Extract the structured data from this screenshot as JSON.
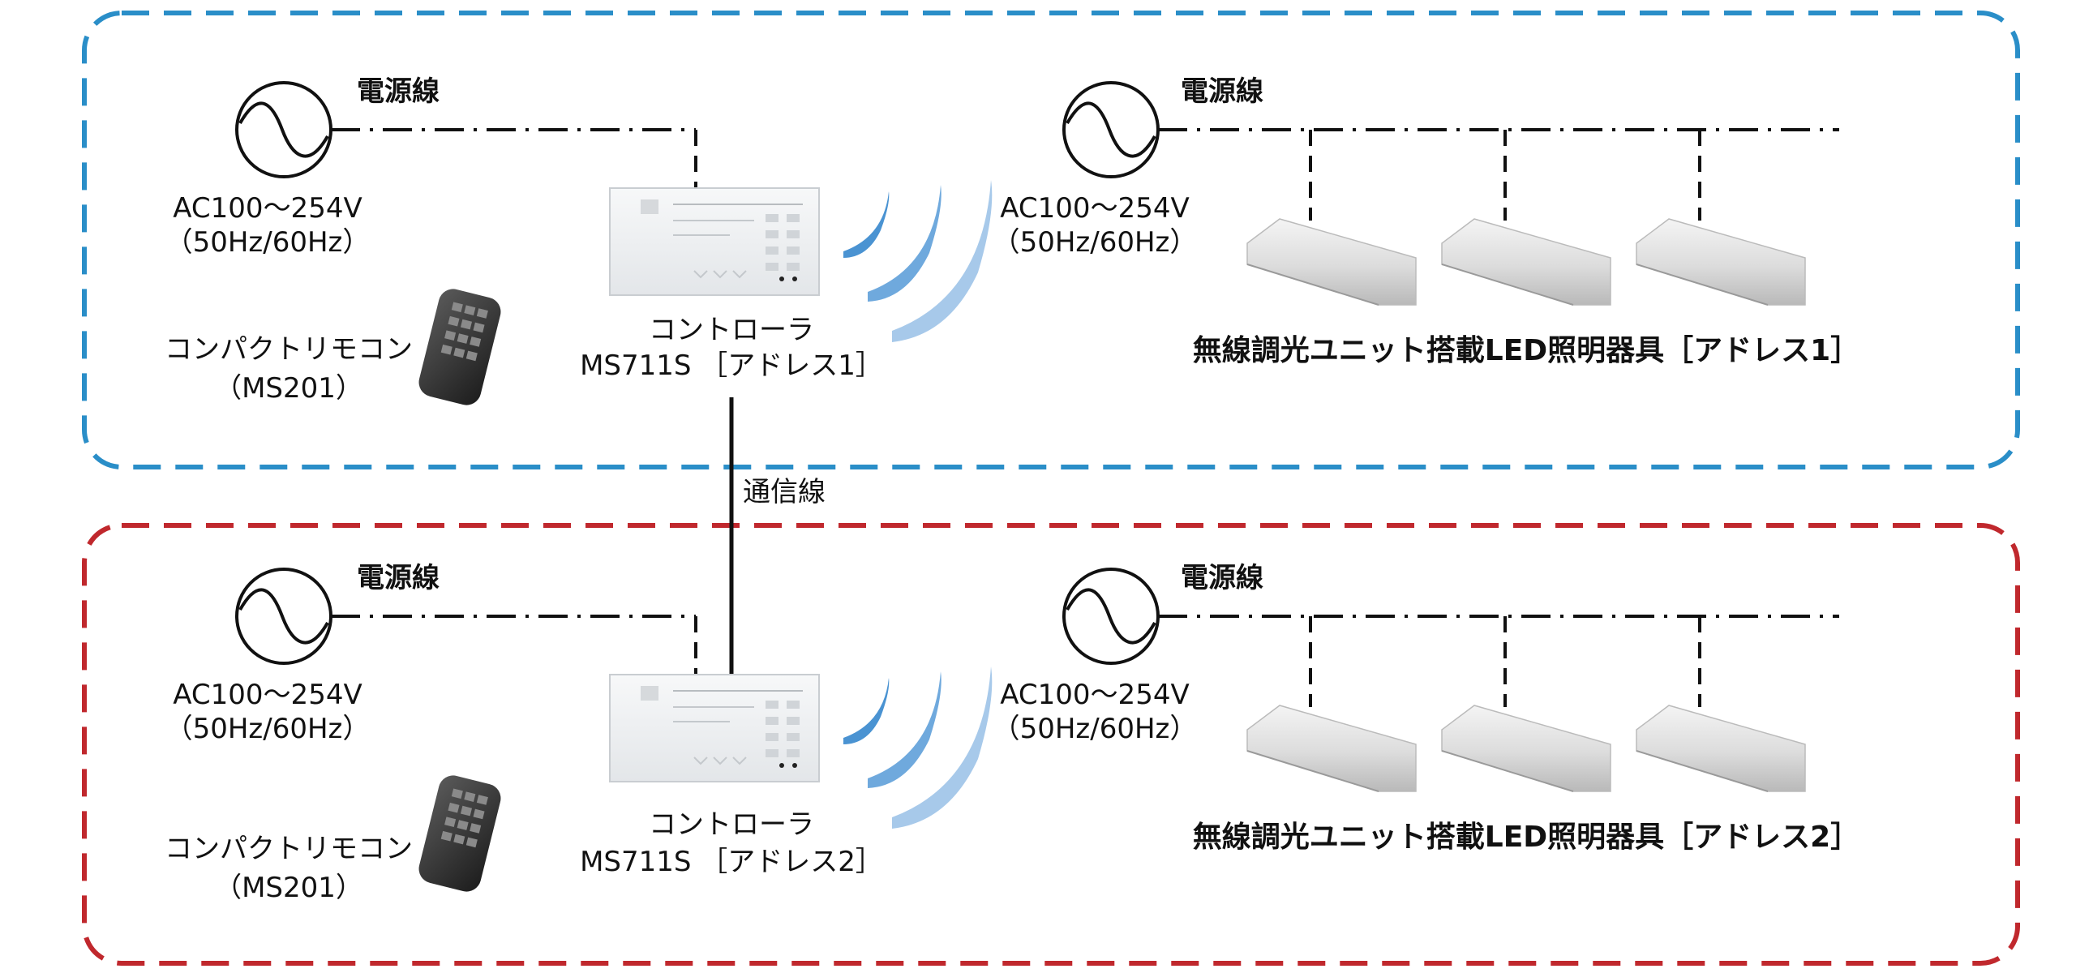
{
  "colors": {
    "group1_border": "#2a8ec8",
    "group2_border": "#c0282d",
    "wave_dark": "#4a93d2",
    "wave_mid": "#6fa9dd",
    "wave_light": "#a7c9ea"
  },
  "communication_line_label": "通信線",
  "groups": [
    {
      "power_left": {
        "label": "電源線",
        "voltage": "AC100〜254V",
        "frequency": "（50Hz/60Hz）"
      },
      "remote": {
        "name": "コンパクトリモコン",
        "model": "（MS201）"
      },
      "controller": {
        "name": "コントローラ",
        "model": "MS711S ［アドレス1］"
      },
      "power_right": {
        "label": "電源線",
        "voltage": "AC100〜254V",
        "frequency": "（50Hz/60Hz）"
      },
      "fixtures_label": "無線調光ユニット搭載LED照明器具［アドレス1］"
    },
    {
      "power_left": {
        "label": "電源線",
        "voltage": "AC100〜254V",
        "frequency": "（50Hz/60Hz）"
      },
      "remote": {
        "name": "コンパクトリモコン",
        "model": "（MS201）"
      },
      "controller": {
        "name": "コントローラ",
        "model": "MS711S ［アドレス2］"
      },
      "power_right": {
        "label": "電源線",
        "voltage": "AC100〜254V",
        "frequency": "（50Hz/60Hz）"
      },
      "fixtures_label": "無線調光ユニット搭載LED照明器具［アドレス2］"
    }
  ]
}
